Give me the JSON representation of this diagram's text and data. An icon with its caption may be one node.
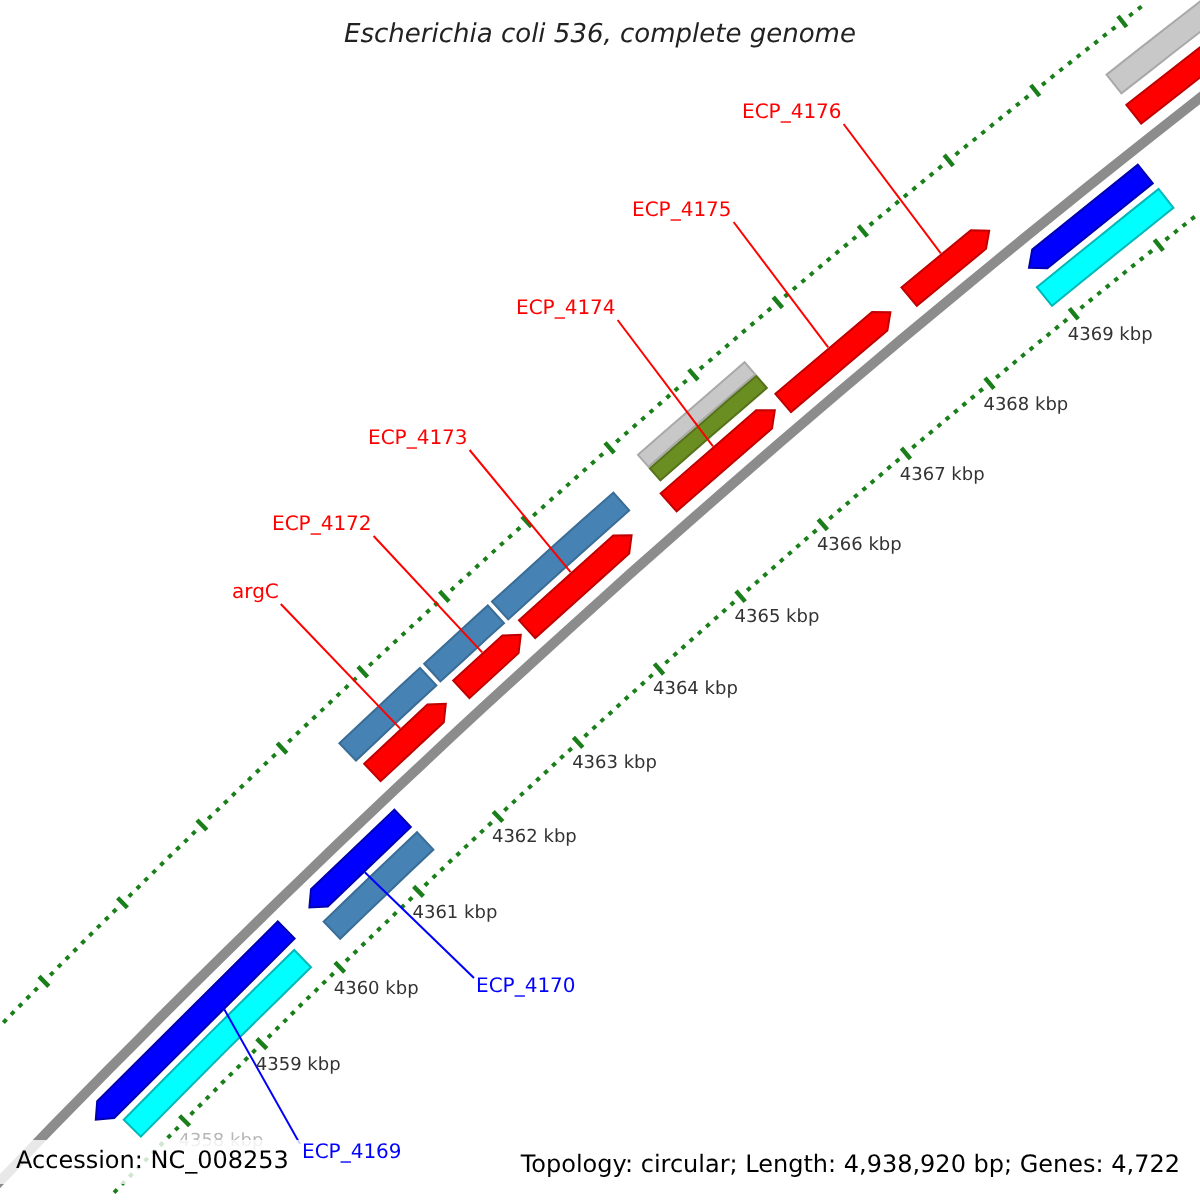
{
  "diagram": {
    "title": "Escherichia coli 536, complete genome",
    "nodes": [
      {
        "text": [
          "argC"
        ]
      },
      {
        "text": [
          "ECP_4172"
        ]
      },
      {
        "text": [
          "ECP_4173"
        ]
      },
      {
        "text": [
          "ECP_4174"
        ]
      },
      {
        "text": [
          "ECP_4175"
        ]
      },
      {
        "text": [
          "ECP_4176"
        ]
      },
      {
        "text": [
          "ECP_4170"
        ]
      },
      {
        "text": [
          "ECP_4169"
        ]
      },
      {
        "text": [],
        "shape": "bar"
      },
      {
        "text": [],
        "shape": "bar"
      },
      {
        "text": [],
        "shape": "bar"
      },
      {
        "text": [],
        "shape": "bar"
      },
      {
        "text": [],
        "shape": "bar"
      },
      {
        "text": [],
        "shape": "bar"
      },
      {
        "text": [],
        "shape": "bar"
      },
      {
        "text": [],
        "shape": "bar"
      },
      {
        "text": [],
        "shape": "bar"
      },
      {
        "text": [],
        "shape": "bar"
      },
      {
        "text": [],
        "shape": "bar"
      },
      {
        "text": [],
        "shape": "bar"
      },
      {
        "text": [],
        "shape": "bar"
      },
      {
        "text": [],
        "shape": "bar"
      },
      {
        "text": [],
        "shape": "bar"
      },
      {
        "text": [],
        "shape": "bar"
      },
      {
        "text": [],
        "shape": "bar"
      },
      {
        "text": [],
        "shape": "bar"
      },
      {
        "text": [],
        "shape": "bar"
      }
    ],
    "edges": [
      {
        "from": 0,
        "to": 13,
        "arrow": "none"
      },
      {
        "from": 1,
        "to": 15,
        "arrow": "none"
      },
      {
        "from": 2,
        "to": 17,
        "arrow": "none"
      },
      {
        "from": 3,
        "to": 20,
        "arrow": "none"
      },
      {
        "from": 4,
        "to": 21,
        "arrow": "none"
      },
      {
        "from": 5,
        "to": 22,
        "arrow": "none"
      },
      {
        "from": 6,
        "to": 10,
        "arrow": "none",
        "color": "#0000ff"
      },
      {
        "from": 7,
        "to": 9,
        "arrow": "none",
        "color": "#0000ff"
      }
    ],
    "labels": [
      "4369 kbp",
      "4368 kbp",
      "4367 kbp",
      "4366 kbp",
      "4365 kbp",
      "4364 kbp",
      "4363 kbp",
      "4362 kbp",
      "4361 kbp",
      "4360 kbp",
      "4359 kbp",
      "4358 kbp",
      "Accession: NC_008253",
      "Topology: circular; Length: 4,938,920 bp; Genes: 4,722"
    ]
  }
}
